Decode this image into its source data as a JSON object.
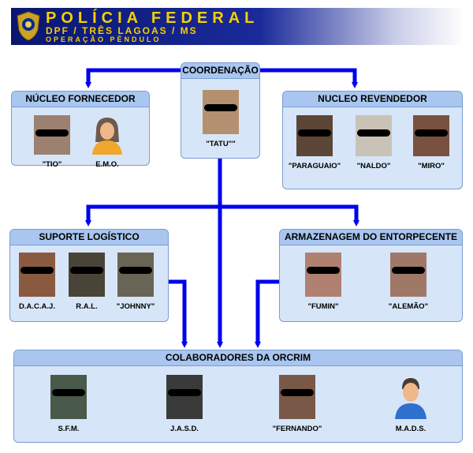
{
  "banner": {
    "title": "POLÍCIA FEDERAL",
    "subtitle": "DPF / TRÊS LAGOAS / MS",
    "operation": "OPERAÇÃO PÊNDULO"
  },
  "colors": {
    "connector": "#0000ee",
    "box_fill": "#d6e6f8",
    "header_fill": "#a8c6ef",
    "banner_dark": "#0a1670",
    "banner_text": "#f4d000"
  },
  "nodes": {
    "coordenacao": {
      "title": "COORDENAÇÃO",
      "members": [
        {
          "label": "\"TATU\"\"",
          "icon": "photo-censored"
        }
      ]
    },
    "fornecedor": {
      "title": "NÚCLEO FORNECEDOR",
      "members": [
        {
          "label": "\"TIO\"",
          "icon": "photo-censored"
        },
        {
          "label": "E.M.O.",
          "icon": "female-avatar-icon"
        }
      ]
    },
    "revendedor": {
      "title": "NUCLEO REVENDEDOR",
      "members": [
        {
          "label": "\"PARAGUAIO\"",
          "icon": "photo-censored"
        },
        {
          "label": "\"NALDO\"",
          "icon": "photo-censored"
        },
        {
          "label": "\"MIRO\"",
          "icon": "photo-censored"
        }
      ]
    },
    "logistico": {
      "title": "SUPORTE LOGÍSTICO",
      "members": [
        {
          "label": "D.A.C.A.J.",
          "icon": "photo-censored"
        },
        {
          "label": "R.A.L.",
          "icon": "photo-censored"
        },
        {
          "label": "\"JOHNNY\"",
          "icon": "photo-censored"
        }
      ]
    },
    "armazenagem": {
      "title": "ARMAZENAGEM DO ENTORPECENTE",
      "members": [
        {
          "label": "\"FUMIN\"",
          "icon": "photo-censored"
        },
        {
          "label": "\"ALEMÃO\"",
          "icon": "photo-censored"
        }
      ]
    },
    "colaboradores": {
      "title": "COLABORADORES DA ORCRIM",
      "members": [
        {
          "label": "S.F.M.",
          "icon": "photo-censored"
        },
        {
          "label": "J.A.S.D.",
          "icon": "photo-censored"
        },
        {
          "label": "\"FERNANDO\"",
          "icon": "photo-censored"
        },
        {
          "label": "M.A.D.S.",
          "icon": "male-avatar-icon"
        }
      ]
    }
  }
}
